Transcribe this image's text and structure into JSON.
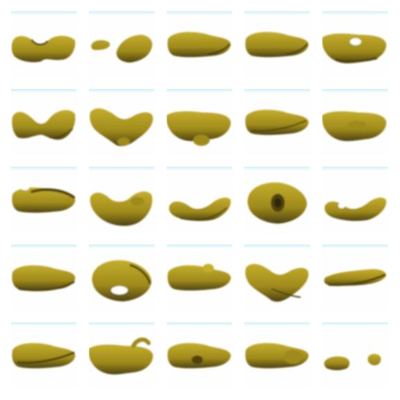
{
  "figure": {
    "rows": 5,
    "cols": 5,
    "background_color": "#ffffff",
    "tile_background": "#fefefe",
    "top_tint_color": "#cfeef3",
    "blob_colors": {
      "light": "#c4ae2c",
      "mid": "#9f8a1b",
      "dark": "#4f4310"
    },
    "samples": [
      {
        "row": 1,
        "col": 1,
        "shape": "two-lobed",
        "feature": "notch-top"
      },
      {
        "row": 1,
        "col": 2,
        "shape": "split",
        "feature": "gap-middle"
      },
      {
        "row": 1,
        "col": 3,
        "shape": "elongated",
        "feature": "right-taper"
      },
      {
        "row": 1,
        "col": 4,
        "shape": "elongated",
        "feature": "right-taper"
      },
      {
        "row": 1,
        "col": 5,
        "shape": "wide",
        "feature": "white-hole"
      },
      {
        "row": 2,
        "col": 1,
        "shape": "bow-tie",
        "feature": "pinched-middle"
      },
      {
        "row": 2,
        "col": 2,
        "shape": "diagonal",
        "feature": "lower-lobe"
      },
      {
        "row": 2,
        "col": 3,
        "shape": "wide",
        "feature": "drooping-bottom"
      },
      {
        "row": 2,
        "col": 4,
        "shape": "elongated",
        "feature": "thin"
      },
      {
        "row": 2,
        "col": 5,
        "shape": "wide",
        "feature": "rounded"
      },
      {
        "row": 3,
        "col": 1,
        "shape": "elongated",
        "feature": "dark-top-edge"
      },
      {
        "row": 3,
        "col": 2,
        "shape": "bowl",
        "feature": "dip-top"
      },
      {
        "row": 3,
        "col": 3,
        "shape": "curved",
        "feature": "sagging"
      },
      {
        "row": 3,
        "col": 4,
        "shape": "round",
        "feature": "dark-center"
      },
      {
        "row": 3,
        "col": 5,
        "shape": "curved",
        "feature": "white-spot"
      },
      {
        "row": 4,
        "col": 1,
        "shape": "elongated",
        "feature": "thick"
      },
      {
        "row": 4,
        "col": 2,
        "shape": "round",
        "feature": "white-hole-bottom"
      },
      {
        "row": 4,
        "col": 3,
        "shape": "elongated",
        "feature": "bump-top"
      },
      {
        "row": 4,
        "col": 4,
        "shape": "diagonal",
        "feature": "descending"
      },
      {
        "row": 4,
        "col": 5,
        "shape": "thin",
        "feature": "dark-edge"
      },
      {
        "row": 5,
        "col": 1,
        "shape": "elongated",
        "feature": "dark-edge"
      },
      {
        "row": 5,
        "col": 2,
        "shape": "wide",
        "feature": "upturned-right"
      },
      {
        "row": 5,
        "col": 3,
        "shape": "elongated",
        "feature": "dark-middle"
      },
      {
        "row": 5,
        "col": 4,
        "shape": "elongated",
        "feature": "bulge-right"
      },
      {
        "row": 5,
        "col": 5,
        "shape": "two-dots",
        "feature": "small"
      }
    ]
  }
}
